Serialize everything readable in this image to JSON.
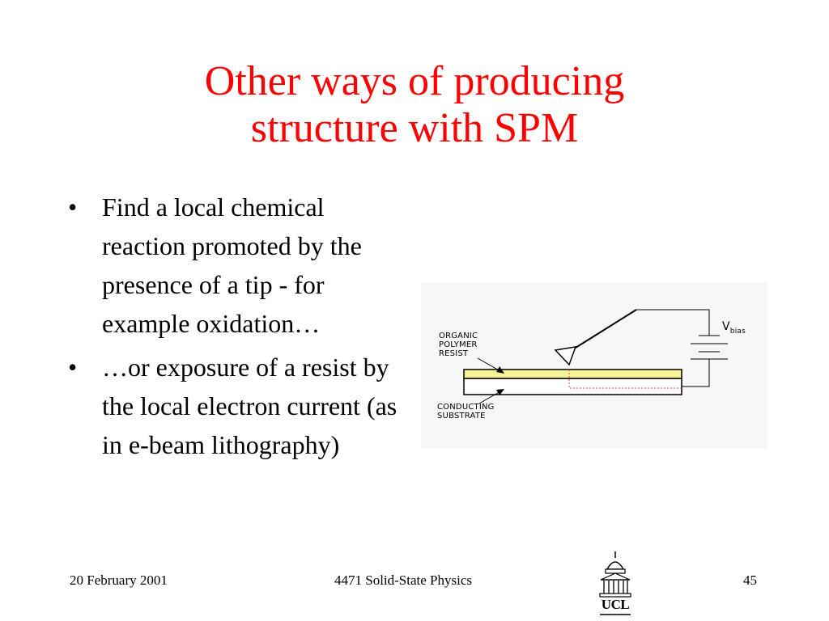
{
  "slide": {
    "title_line1": "Other ways of producing",
    "title_line2": "structure with SPM",
    "bullets": [
      "Find a local chemical reaction promoted by the presence of a tip - for example oxidation…",
      "…or exposure of a resist by the local electron current (as in e-beam lithography)"
    ],
    "bullet_glyph": "•"
  },
  "figure": {
    "label_resist": [
      "ORGANIC",
      "POLYMER",
      "RESIST"
    ],
    "label_substrate": [
      "CONDUCTING",
      "SUBSTRATE"
    ],
    "voltage_symbol": "V",
    "voltage_subscript": "bias",
    "resist_color": "#f7f29a"
  },
  "footer": {
    "date": "20 February 2001",
    "course": "4471 Solid-State Physics",
    "page": "45",
    "logo_text": "UCL"
  },
  "colors": {
    "title": "#ff0000",
    "text": "#000000",
    "background": "#ffffff"
  }
}
